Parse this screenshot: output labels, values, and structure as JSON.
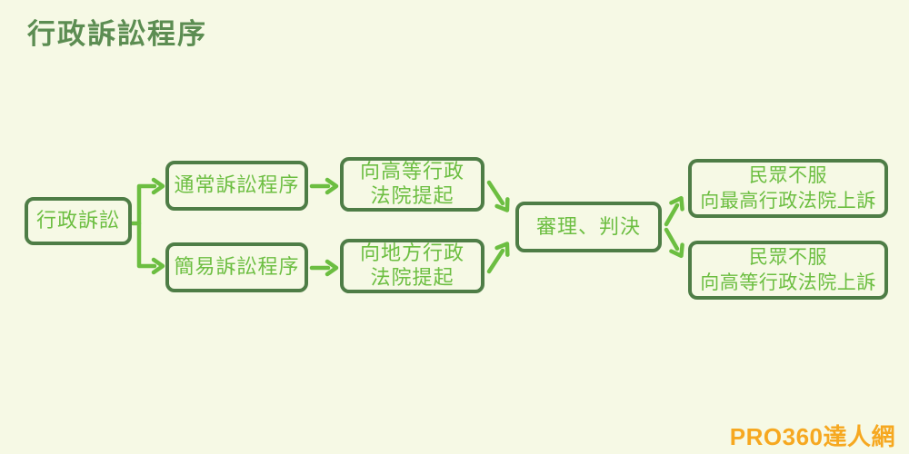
{
  "page": {
    "title": "行政訴訟程序",
    "watermark": "PRO360達人網"
  },
  "colors": {
    "background": "#f6f9e5",
    "title_green": "#5c8d52",
    "box_border": "#4e7d46",
    "text_green": "#6cbe41",
    "arrow_green": "#6cbe41",
    "watermark_orange": "#f6a820"
  },
  "flowchart": {
    "nodes": {
      "start": {
        "label": "行政訴訟"
      },
      "normal": {
        "label": "通常訴訟程序"
      },
      "simple": {
        "label": "簡易訴訟程序"
      },
      "high_court": {
        "line1": "向高等行政",
        "line2": "法院提起"
      },
      "district_court": {
        "line1": "向地方行政",
        "line2": "法院提起"
      },
      "trial": {
        "label": "審理、判決"
      },
      "appeal_supreme": {
        "line1": "民眾不服",
        "line2": "向最高行政法院上訴"
      },
      "appeal_high": {
        "line1": "民眾不服",
        "line2": "向高等行政法院上訴"
      }
    },
    "edges": [
      {
        "from": "start",
        "to": "normal"
      },
      {
        "from": "start",
        "to": "simple"
      },
      {
        "from": "normal",
        "to": "high_court"
      },
      {
        "from": "simple",
        "to": "district_court"
      },
      {
        "from": "high_court",
        "to": "trial"
      },
      {
        "from": "district_court",
        "to": "trial"
      },
      {
        "from": "trial",
        "to": "appeal_supreme"
      },
      {
        "from": "trial",
        "to": "appeal_high"
      }
    ]
  }
}
